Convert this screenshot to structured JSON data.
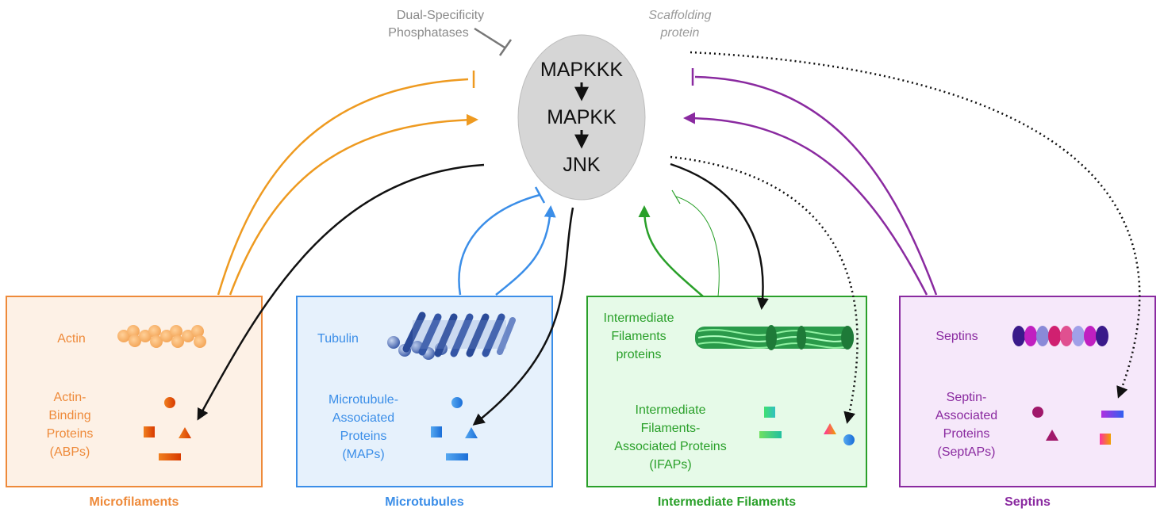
{
  "top": {
    "phosphatase_line1": "Dual-Specificity",
    "phosphatase_line2": "Phosphatases",
    "scaffold_line1": "Scaffolding",
    "scaffold_line2": "protein",
    "mapkkk": "MAPKKK",
    "mapkk": "MAPKK",
    "jnk": "JNK"
  },
  "panels": {
    "microfilaments": {
      "protein": "Actin",
      "assoc_lines": [
        "Actin-",
        "Binding",
        "Proteins",
        "(ABPs)"
      ],
      "title": "Microfilaments",
      "color": "#ee8a3a"
    },
    "microtubules": {
      "protein": "Tubulin",
      "assoc_lines": [
        "Microtubule-",
        "Associated",
        "Proteins",
        "(MAPs)"
      ],
      "title": "Microtubules",
      "color": "#3b8ee8"
    },
    "intermediate": {
      "protein_lines": [
        "Intermediate",
        "Filaments",
        "proteins"
      ],
      "assoc_lines": [
        "Intermediate",
        "Filaments-",
        "Associated Proteins",
        "(IFAPs)"
      ],
      "title": "Intermediate Filaments",
      "color": "#2aa02a"
    },
    "septins": {
      "protein": "Septins",
      "assoc_lines": [
        "Septin-",
        "Associated",
        "Proteins",
        "(SeptAPs)"
      ],
      "title": "Septins",
      "color": "#8a2aa0"
    }
  }
}
